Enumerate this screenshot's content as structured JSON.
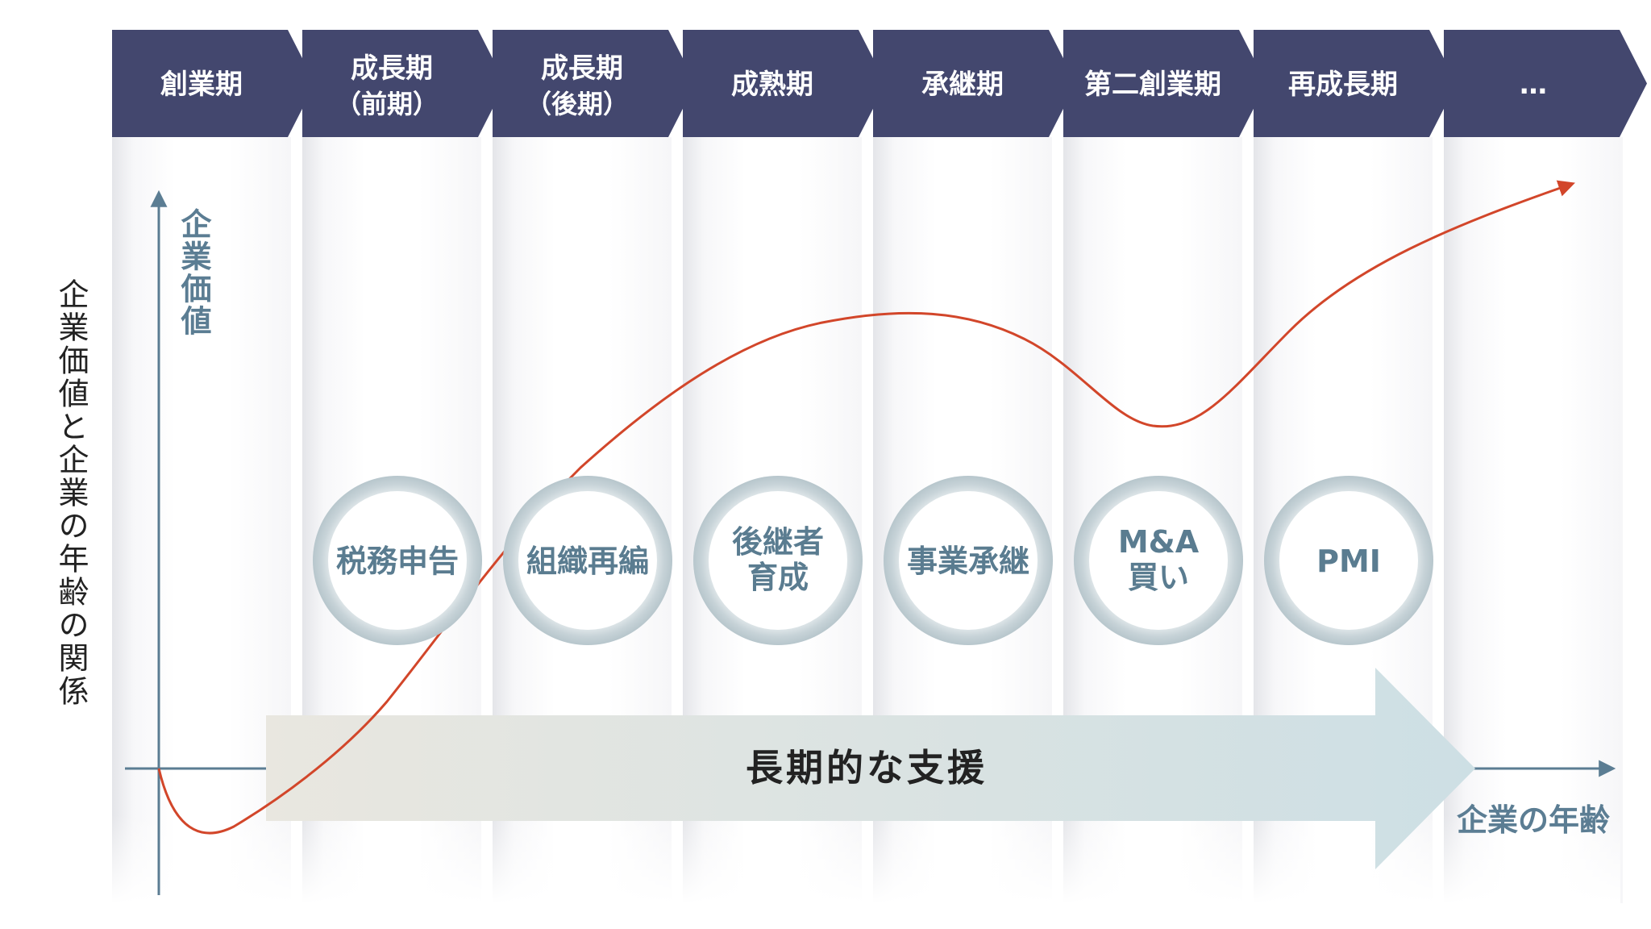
{
  "side_title": "企業価値と企業の年齢の関係",
  "y_axis_label": "企業価値",
  "x_axis_label": "企業の年齢",
  "stages": [
    {
      "line1": "創業期",
      "line2": ""
    },
    {
      "line1": "成長期",
      "line2": "（前期）"
    },
    {
      "line1": "成長期",
      "line2": "（後期）"
    },
    {
      "line1": "成熟期",
      "line2": ""
    },
    {
      "line1": "承継期",
      "line2": ""
    },
    {
      "line1": "第二創業期",
      "line2": ""
    },
    {
      "line1": "再成長期",
      "line2": ""
    },
    {
      "line1": "…",
      "line2": ""
    }
  ],
  "services": [
    {
      "line1": "税務申告",
      "line2": ""
    },
    {
      "line1": "組織再編",
      "line2": ""
    },
    {
      "line1": "後継者",
      "line2": "育成"
    },
    {
      "line1": "事業承継",
      "line2": ""
    },
    {
      "line1": "M&A",
      "line2": "買い"
    },
    {
      "line1": "PMI",
      "line2": ""
    }
  ],
  "support_label": "長期的な支援",
  "colors": {
    "header": "#43476e",
    "curve": "#d2462a",
    "axis": "#5b7d93",
    "circle_text": "#5a7c90",
    "circle_ring": "#c9d5da",
    "arrow_left": "#e8e6e0",
    "arrow_right": "#cfdfe4"
  }
}
